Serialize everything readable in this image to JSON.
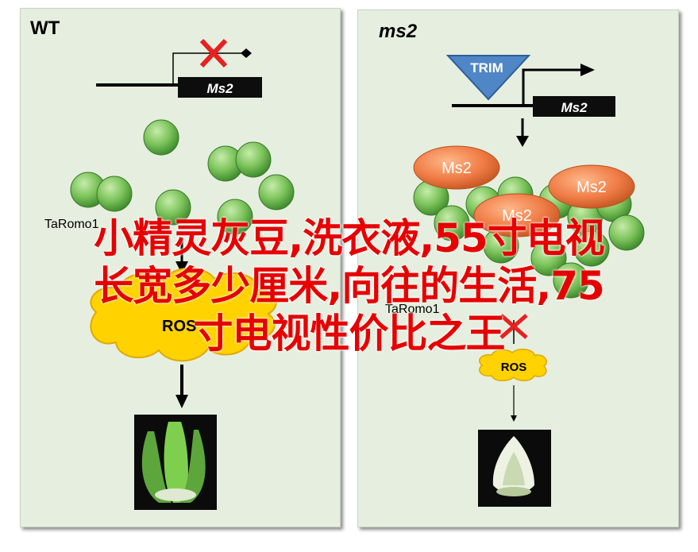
{
  "panels": {
    "wt": {
      "title": "WT",
      "gene_label": "Ms2",
      "enzyme_label": "TaRomo1",
      "ros_label": "ROS"
    },
    "ms2": {
      "title": "ms2",
      "trim_label": "TRIM",
      "gene_label": "Ms2",
      "protein_label": "Ms2",
      "enzyme_label": "TaRomo1",
      "ros_label": "ROS"
    }
  },
  "overlay": {
    "line1": "小精灵灰豆,洗衣液,55寸电视",
    "line2": "长宽多少厘米,向往的生活,75",
    "line3": "寸电视性价比之王"
  },
  "colors": {
    "panel_bg": "#e6efdf",
    "green_ball": "#7cc35b",
    "orange_protein": "#ef7b45",
    "trim_blue": "#4f86c6",
    "ros_yellow": "#ffd200",
    "inhibit_red": "#e82020",
    "overlay_red": "#e60000"
  }
}
